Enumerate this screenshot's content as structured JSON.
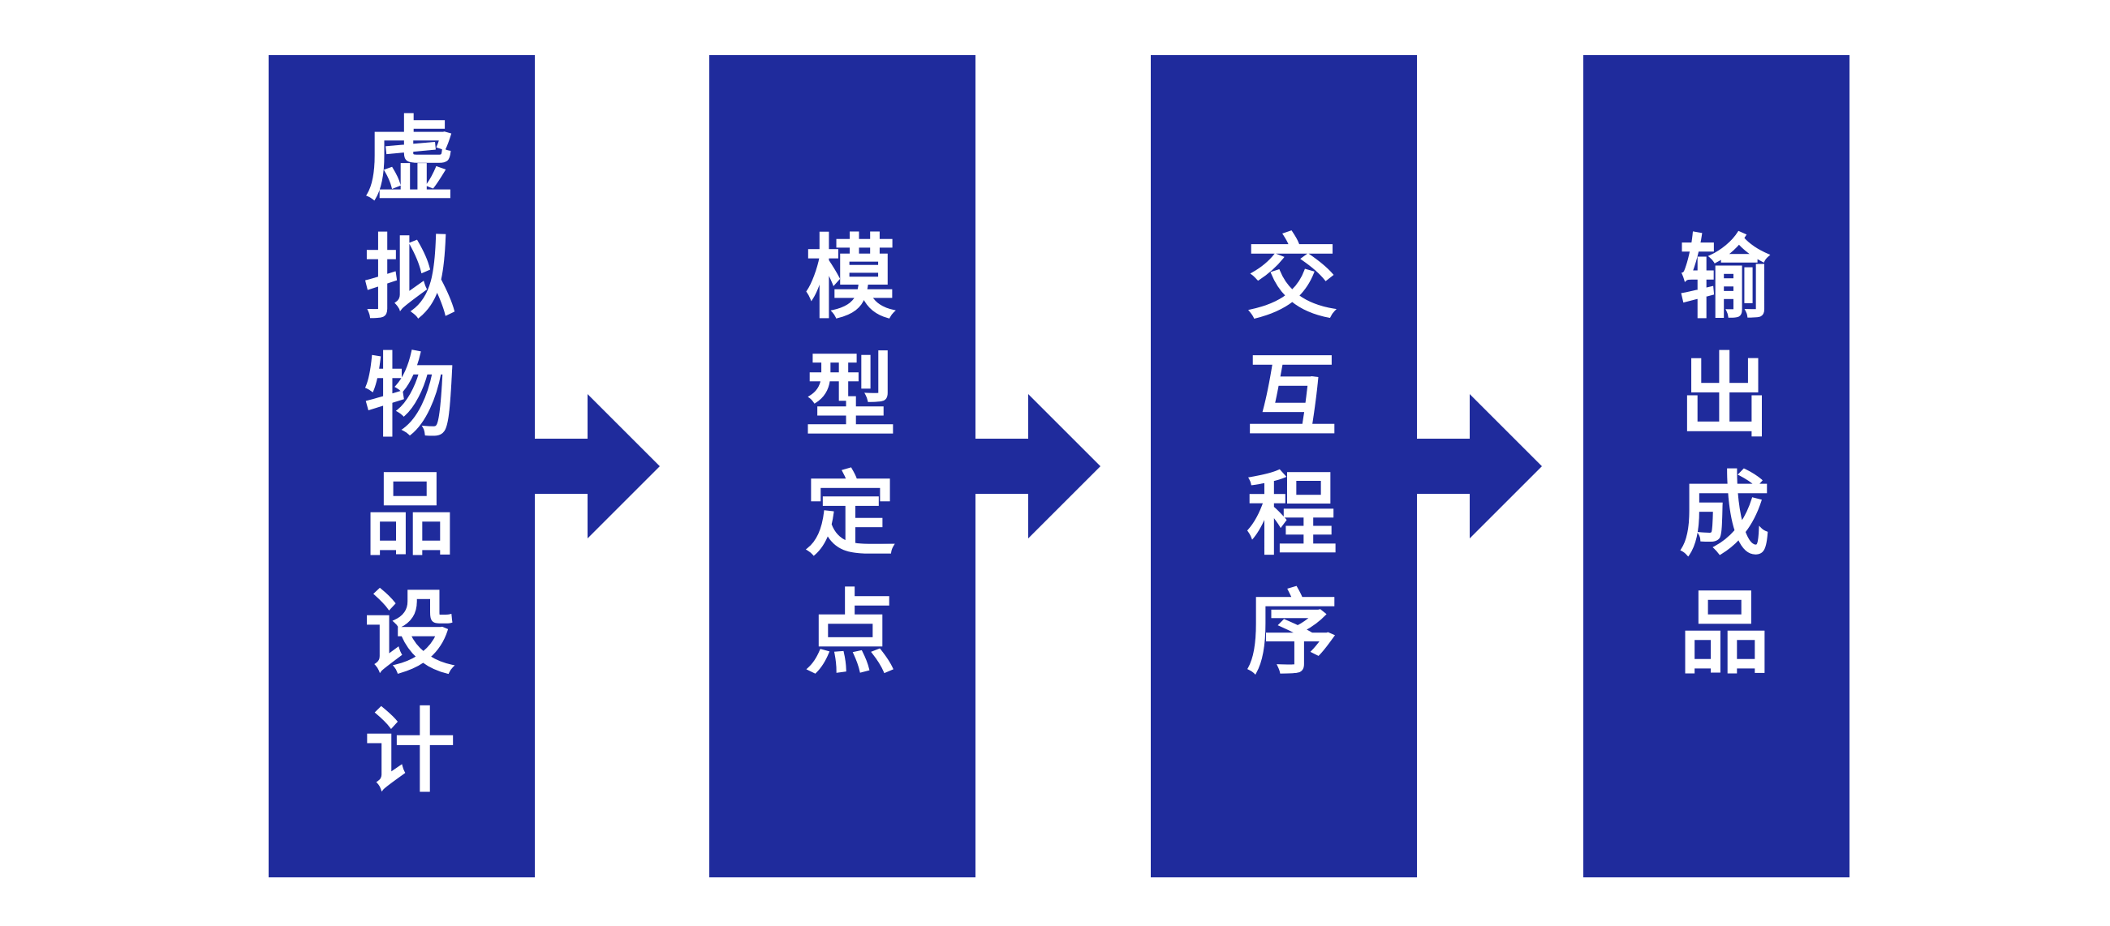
{
  "colors": {
    "box": "#1f2b9c",
    "text": "#ffffff",
    "background": "#ffffff"
  },
  "steps": [
    {
      "label": "虚拟物品设计"
    },
    {
      "label": "模型定点"
    },
    {
      "label": "交互程序"
    },
    {
      "label": "输出成品"
    }
  ]
}
